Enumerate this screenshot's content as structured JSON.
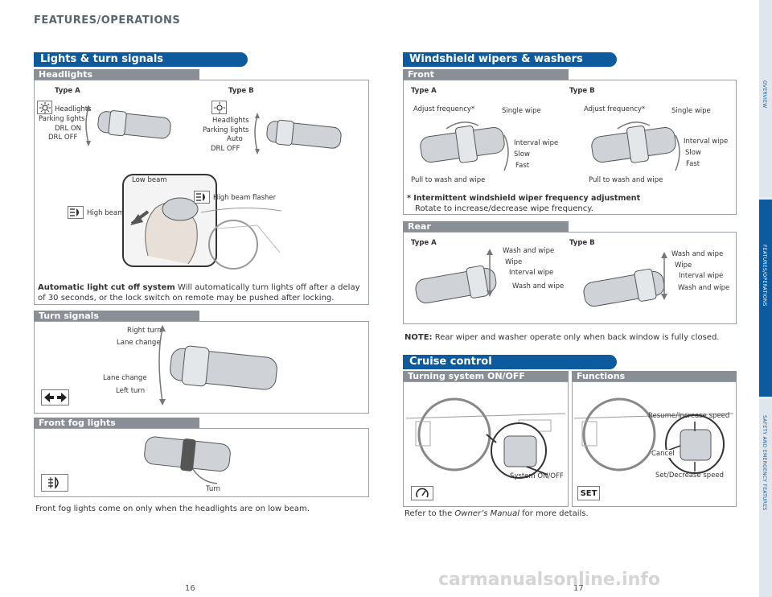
{
  "page_title": "FEATURES/OPERATIONS",
  "page_numbers": {
    "left": "16",
    "right": "17"
  },
  "sidebar_tabs": [
    "OVERVIEW",
    "FEATURES/OPERATIONS",
    "SAFETY AND EMERGENCY FEATURES"
  ],
  "watermark": "carmanualsonline.info",
  "lights": {
    "banner": "Lights & turn signals",
    "headlights": {
      "subheader": "Headlights",
      "type_a": {
        "label": "Type A",
        "headlights": "Headlights",
        "parking": "Parking lights",
        "drl_on": "DRL ON",
        "drl_off": "DRL OFF"
      },
      "type_b": {
        "label": "Type B",
        "headlights": "Headlights",
        "parking": "Parking lights",
        "auto": "Auto",
        "drl_off": "DRL OFF"
      },
      "low_beam": "Low beam",
      "high_beam": "High beam",
      "high_beam_flasher": "High beam flasher",
      "auto_cutoff_title": "Automatic light cut off system",
      "auto_cutoff_text": " Will automatically turn lights off after a delay of 30 seconds, or the lock switch on remote may be pushed after locking."
    },
    "turn_signals": {
      "subheader": "Turn signals",
      "right_turn": "Right turn",
      "lane_change_top": "Lane change",
      "lane_change_bottom": "Lane change",
      "left_turn": "Left turn"
    },
    "fog": {
      "subheader": "Front fog lights",
      "turn": "Turn",
      "note": "Front fog lights come on only when the headlights are on low beam."
    }
  },
  "wipers": {
    "banner": "Windshield wipers & washers",
    "front": {
      "subheader": "Front",
      "type_a": {
        "label": "Type A",
        "adjust": "Adjust frequency*",
        "single": "Single wipe",
        "interval": "Interval wipe",
        "slow": "Slow",
        "fast": "Fast",
        "pull": "Pull to wash and wipe"
      },
      "type_b": {
        "label": "Type B",
        "adjust": "Adjust frequency*",
        "single": "Single wipe",
        "interval": "Interval wipe",
        "slow": "Slow",
        "fast": "Fast",
        "pull": "Pull to wash and wipe"
      },
      "footnote_title": "* Intermittent windshield wiper frequency adjustment",
      "footnote_text": "Rotate to increase/decrease wipe frequency."
    },
    "rear": {
      "subheader": "Rear",
      "type_a": {
        "label": "Type A",
        "wash_wipe_top": "Wash and wipe",
        "wipe": "Wipe",
        "interval": "Interval wipe",
        "wash_wipe_bottom": "Wash and wipe"
      },
      "type_b": {
        "label": "Type B",
        "wash_wipe_top": "Wash and wipe",
        "wipe": "Wipe",
        "interval": "Interval wipe",
        "wash_wipe_bottom": "Wash and wipe"
      },
      "note_title": "NOTE:",
      "note_text": " Rear wiper and washer operate only when back window is fully closed."
    }
  },
  "cruise": {
    "banner": "Cruise control",
    "on_off": {
      "subheader": "Turning system ON/OFF",
      "system_label": "System ON/OFF"
    },
    "functions": {
      "subheader": "Functions",
      "resume": "Resume/Increase speed",
      "cancel": "Cancel",
      "set_decrease": "Set/Decrease speed",
      "set_icon_text": "SET"
    },
    "refer_prefix": "Refer to the ",
    "refer_manual": "Owner’s Manual",
    "refer_suffix": " for more details."
  }
}
